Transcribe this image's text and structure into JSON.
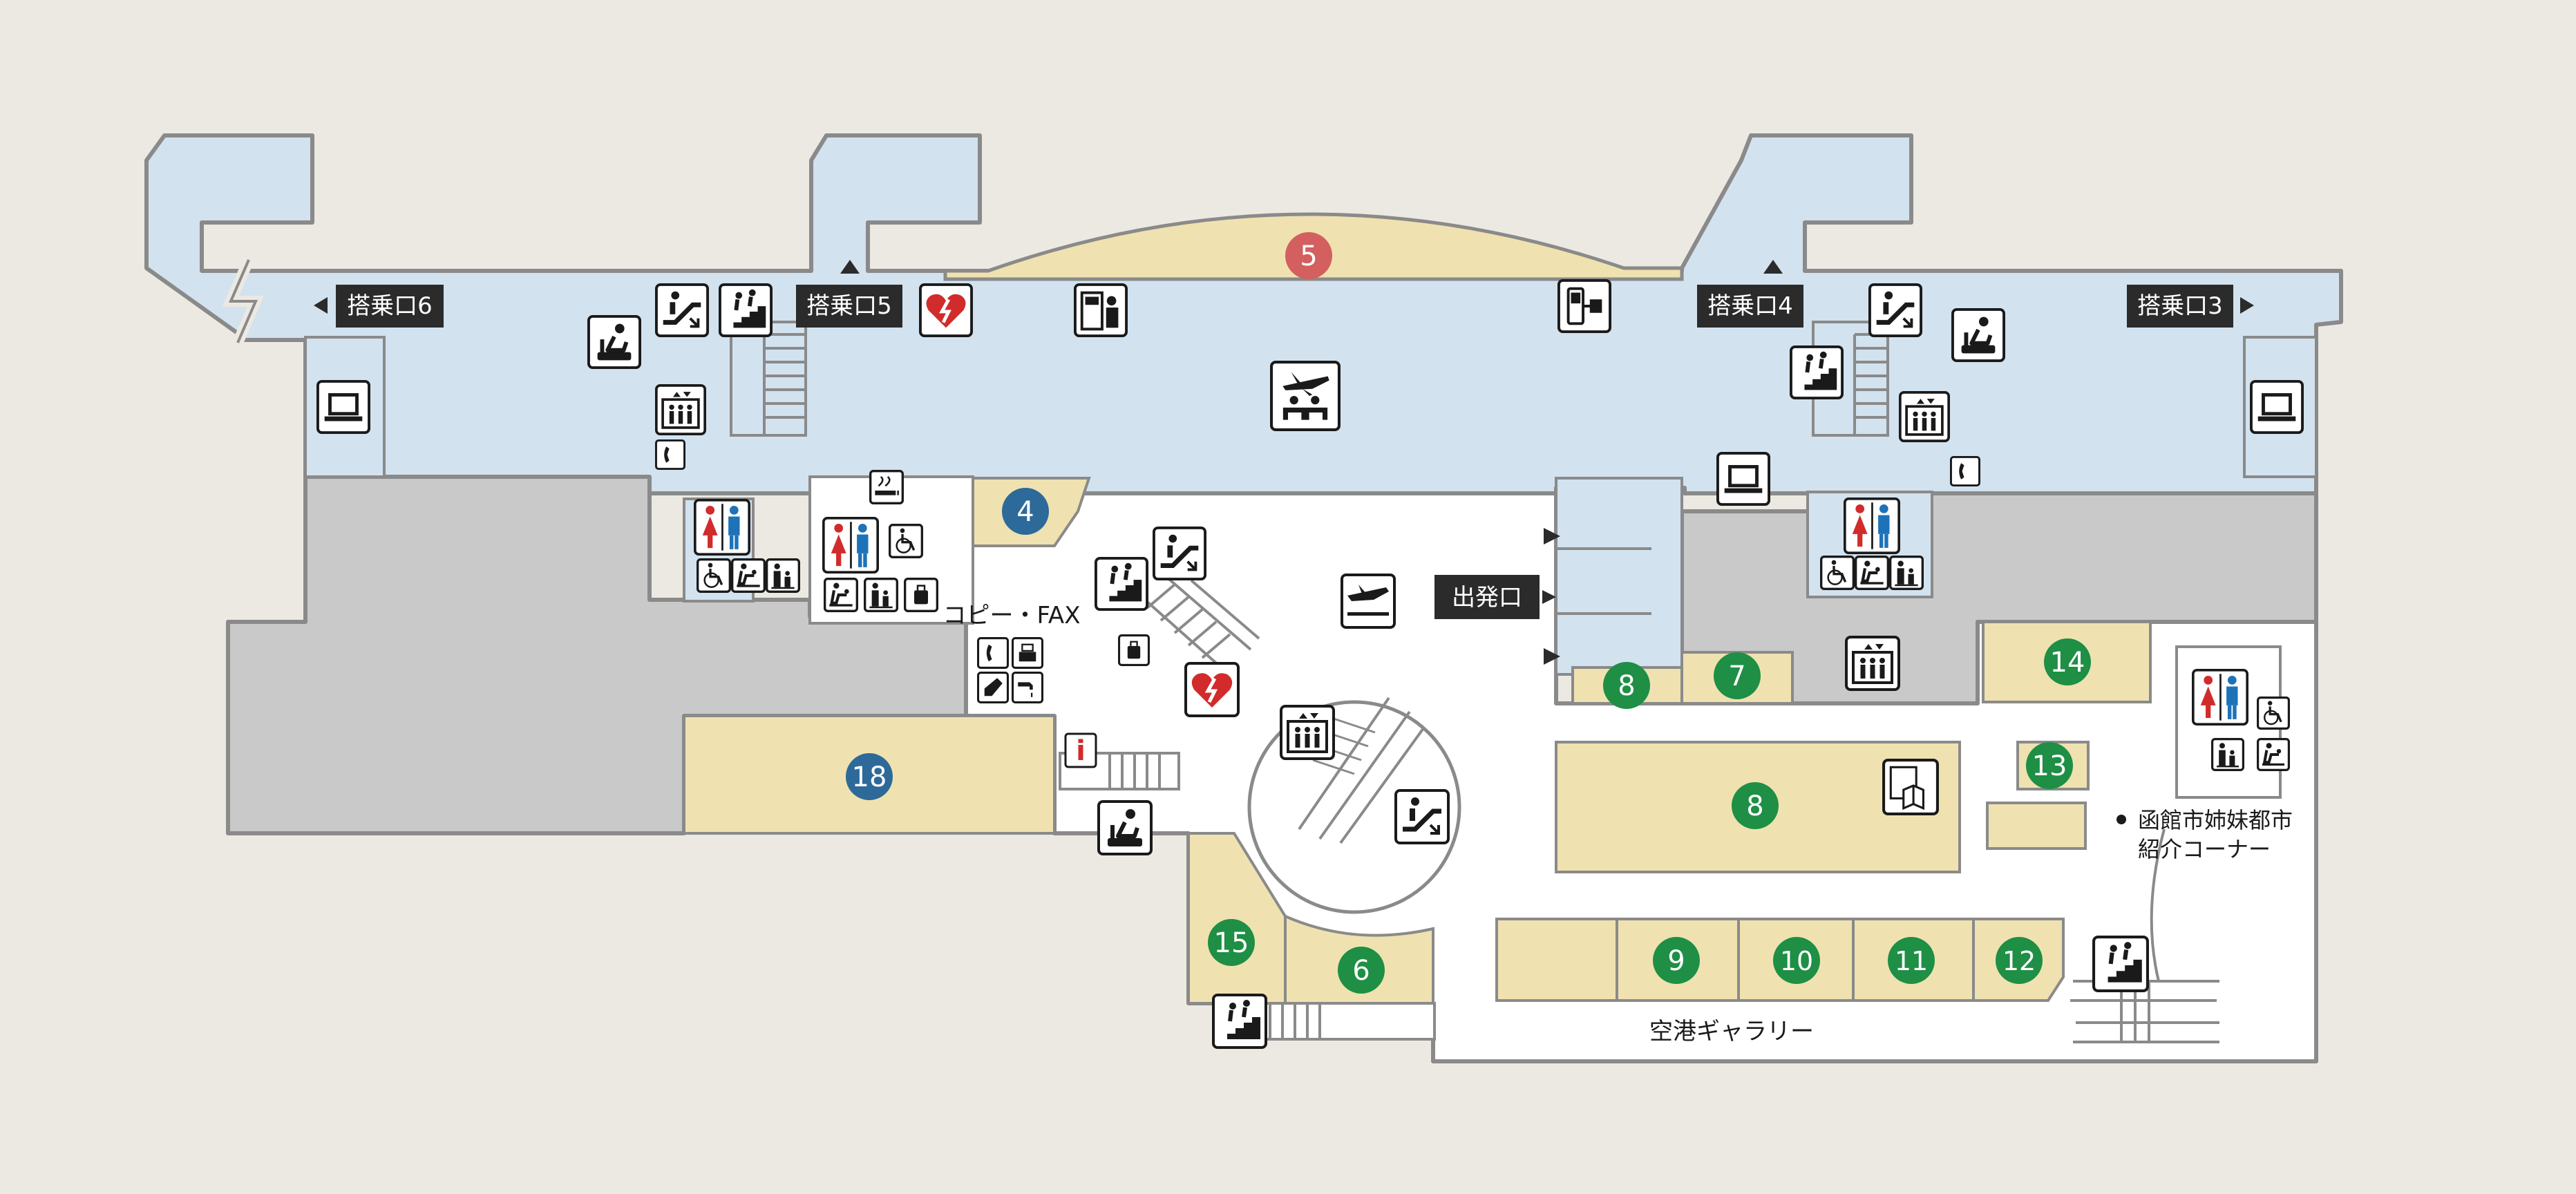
{
  "colors": {
    "background": "#ECE9E2",
    "airside": "#D2E2EF",
    "shop": "#EFE2B0",
    "service": "#C9C9C9",
    "public": "#FFFFFF",
    "wall": "#8A8A8A",
    "badge_green": "#1E8F45",
    "badge_blue": "#2D6A9A",
    "badge_red": "#D45F5F",
    "label_dark": "#2B2B2B"
  },
  "gates": {
    "gate6": "搭乗口6",
    "gate5": "搭乗口5",
    "gate4": "搭乗口4",
    "gate3": "搭乗口3"
  },
  "departure_label": "出発口",
  "copy_fax_label": "コピー・FAX",
  "gallery_label": "空港ギャラリー",
  "sister_city_label": [
    "函館市姉妹都市",
    "紹介コーナー"
  ],
  "shops": {
    "s4": "4",
    "s5": "5",
    "s6": "6",
    "s7": "7",
    "s8a": "8",
    "s8b": "8",
    "s9": "9",
    "s10": "10",
    "s11": "11",
    "s12": "12",
    "s13": "13",
    "s14": "14",
    "s15": "15",
    "s18": "18"
  },
  "icons": {
    "info_glyph": "i",
    "news_glyph": "NEWS"
  }
}
